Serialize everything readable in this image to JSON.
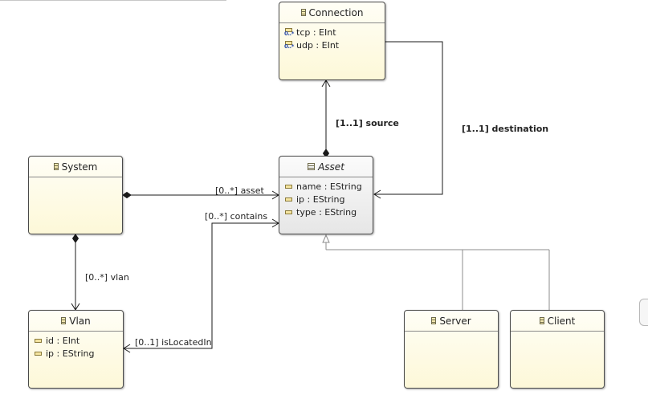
{
  "diagram": {
    "classes": {
      "connection": {
        "name": "Connection",
        "attributes": [
          {
            "label": "tcp : EInt",
            "multiplicity": "0..*"
          },
          {
            "label": "udp : EInt",
            "multiplicity": "0..*"
          }
        ]
      },
      "asset": {
        "name": "Asset",
        "abstract": true,
        "attributes": [
          {
            "label": "name : EString"
          },
          {
            "label": "ip : EString"
          },
          {
            "label": "type : EString"
          }
        ]
      },
      "system": {
        "name": "System",
        "attributes": []
      },
      "vlan": {
        "name": "Vlan",
        "attributes": [
          {
            "label": "id : EInt"
          },
          {
            "label": "ip : EString"
          }
        ]
      },
      "server": {
        "name": "Server",
        "attributes": []
      },
      "client": {
        "name": "Client",
        "attributes": []
      }
    },
    "references": {
      "source": "[1..1] source",
      "destination": "[1..1] destination",
      "asset": "[0..*] asset",
      "contains": "[0..*] contains",
      "vlan": "[0..*] vlan",
      "is_located_in": "[0..1] isLocatedIn"
    },
    "colors": {
      "class_fill": "#fdf8d8",
      "abstract_fill": "#e6e6e6",
      "edge": "#1a1a1a"
    }
  }
}
